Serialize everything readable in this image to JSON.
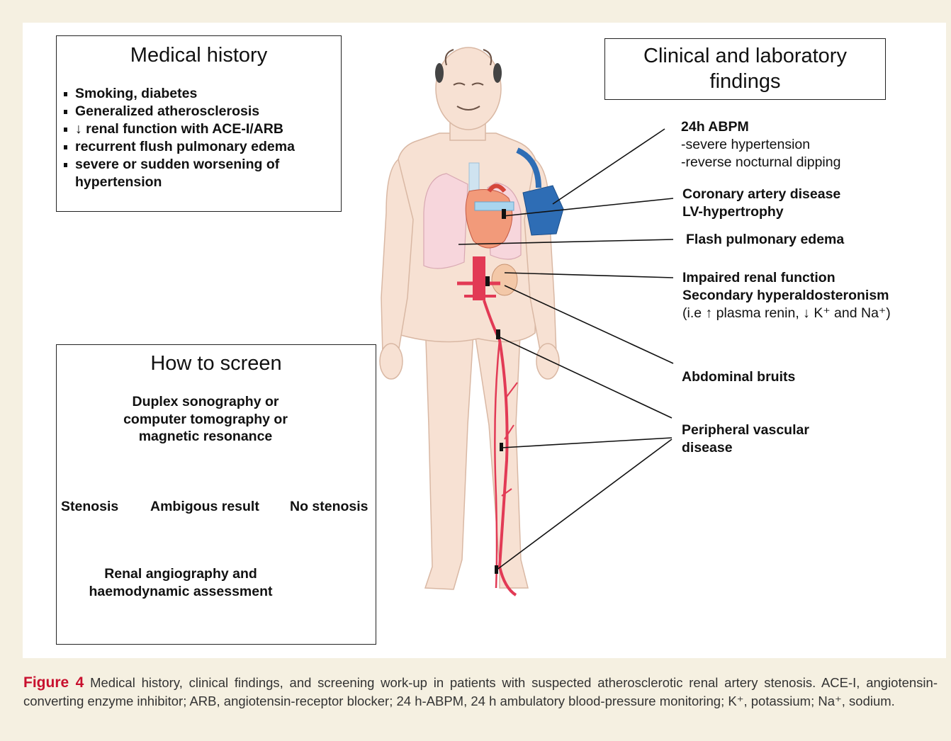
{
  "history": {
    "title": "Medical history",
    "items": [
      "Smoking, diabetes",
      "Generalized atherosclerosis",
      "↓ renal function with ACE-I/ARB",
      "recurrent flush pulmonary edema",
      "severe or sudden worsening of"
    ],
    "item_cont": "hypertension"
  },
  "findings": {
    "title_line1": "Clinical and laboratory",
    "title_line2": "findings",
    "abpm_title": "24h ABPM",
    "abpm_line1": "-severe hypertension",
    "abpm_line2": "-reverse nocturnal dipping",
    "cad_line1": "Coronary artery disease",
    "cad_line2": "LV-hypertrophy",
    "flash": "Flash pulmonary edema",
    "renal_line1": "Impaired renal function",
    "renal_line2": "Secondary hyperaldosteronism",
    "renal_line3": "(i.e ↑ plasma renin, ↓ K⁺ and Na⁺)",
    "bruits": "Abdominal bruits",
    "pvd_line1": "Peripheral vascular",
    "pvd_line2": "disease"
  },
  "screen": {
    "title": "How to screen",
    "methods_line1": "Duplex sonography or",
    "methods_line2": "computer tomography or",
    "methods_line3": "magnetic resonance",
    "stenosis": "Stenosis",
    "ambiguous": "Ambigous result",
    "no_stenosis": "No stenosis",
    "angio_line1": "Renal angiography and",
    "angio_line2": "haemodynamic assessment"
  },
  "caption": {
    "label": "Figure 4",
    "text": " Medical history, clinical findings, and screening work-up in patients with suspected atherosclerotic renal artery stenosis. ACE-I, angiotensin-converting enzyme inhibitor; ARB, angiotensin-receptor blocker; 24 h-ABPM, 24 h ambulatory blood-pressure monitoring; K⁺, potassium; Na⁺, sodium."
  },
  "colors": {
    "background": "#f5f0e1",
    "figure_label": "#c8102e",
    "skin": "#f7e1d3",
    "artery": "#e23a55",
    "cuff": "#2e6db5"
  }
}
